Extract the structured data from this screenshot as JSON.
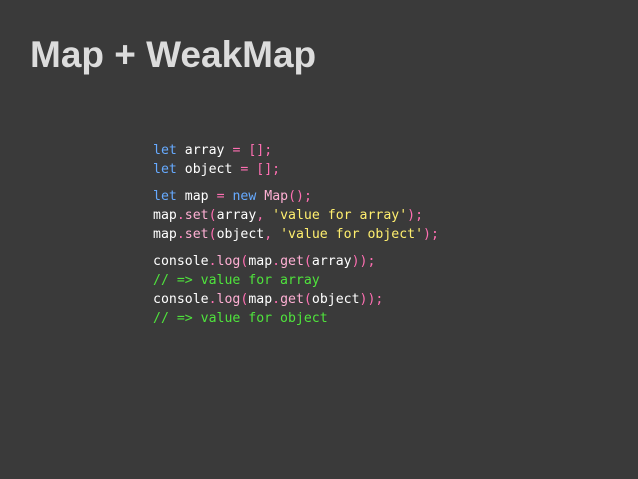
{
  "slide": {
    "title": "Map + WeakMap"
  },
  "code": {
    "line1": {
      "kw": "let",
      "var": "array",
      "op": "=",
      "val": "[];"
    },
    "line2": {
      "kw": "let",
      "var": "object",
      "op": "=",
      "val": "[];"
    },
    "line3": {
      "kw": "let",
      "var": "map",
      "op": "=",
      "new": "new",
      "ctor": "Map",
      "end": "();"
    },
    "line4": {
      "obj": "map",
      "dot": ".",
      "method": "set",
      "open": "(",
      "arg1": "array",
      "comma": ",",
      "str": "'value for array'",
      "end": ");"
    },
    "line5": {
      "obj": "map",
      "dot": ".",
      "method": "set",
      "open": "(",
      "arg1": "object",
      "comma": ",",
      "str": "'value for object'",
      "end": ");"
    },
    "line6": {
      "obj": "console",
      "dot1": ".",
      "method1": "log",
      "open1": "(",
      "obj2": "map",
      "dot2": ".",
      "method2": "get",
      "open2": "(",
      "arg": "array",
      "end": "));"
    },
    "line7": {
      "comment": "// => value for array"
    },
    "line8": {
      "obj": "console",
      "dot1": ".",
      "method1": "log",
      "open1": "(",
      "obj2": "map",
      "dot2": ".",
      "method2": "get",
      "open2": "(",
      "arg": "object",
      "end": "));"
    },
    "line9": {
      "comment": "// => value for object"
    }
  },
  "colors": {
    "background": "#3a3a3a",
    "title": "#dcdcdc",
    "keyword": "#66aaff",
    "operator": "#ff6fb2",
    "function": "#ffb0d4",
    "string": "#ffef6e",
    "comment": "#4fe43c",
    "plain": "#ffffff"
  }
}
